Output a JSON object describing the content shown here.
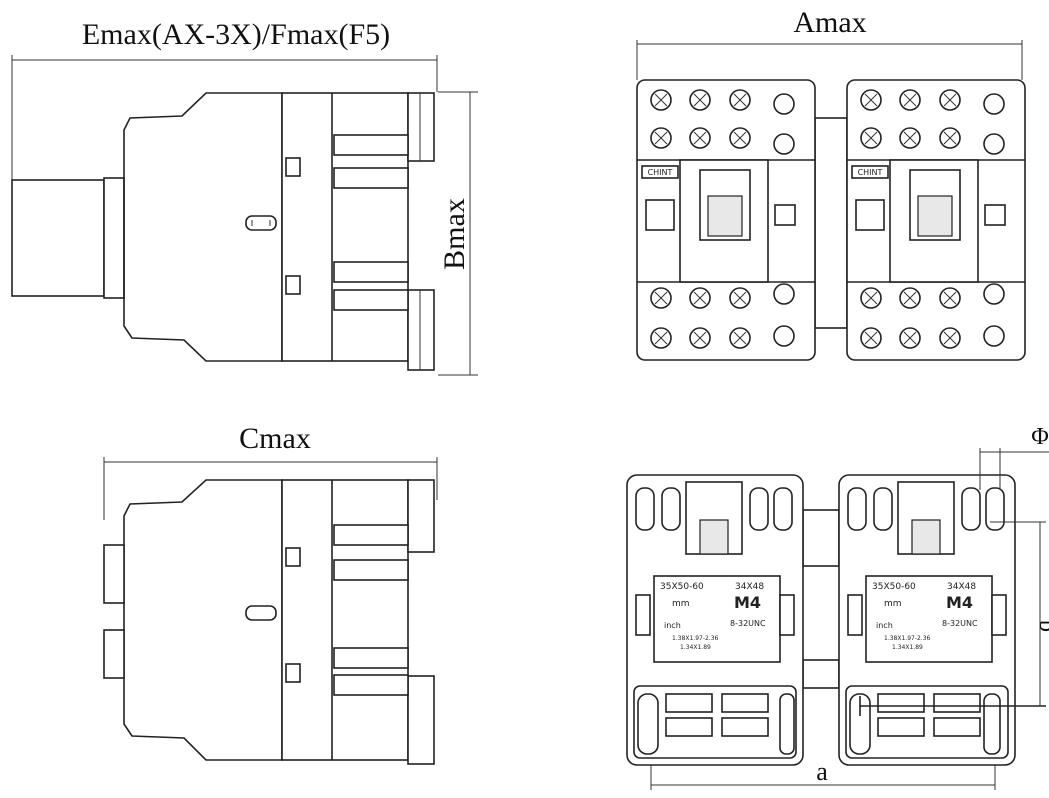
{
  "labels": {
    "side_view_top": "Emax(AX-3X)/Fmax(F5)",
    "height": "Bmax",
    "front_width": "Amax",
    "side_view_bottom": "Cmax",
    "hole_diameter": "Φ",
    "hole_spacing_vertical": "b",
    "hole_spacing_horizontal": "a"
  },
  "device_brand": "CHINT",
  "mounting_plate": {
    "left": {
      "row1": "35X50-60",
      "row1_right": "34X48",
      "unit_mm": "mm",
      "screw": "M4",
      "unit_inch": "inch",
      "thread": "8-32UNC",
      "note1": "1.38X1.97-2.36",
      "note2": "1.34X1.89"
    },
    "right": {
      "row1": "35X50-60",
      "row1_right": "34X48",
      "unit_mm": "mm",
      "screw": "M4",
      "unit_inch": "inch",
      "thread": "8-32UNC",
      "note1": "1.38X1.97-2.36",
      "note2": "1.34X1.89"
    }
  },
  "colors": {
    "line": "#222222",
    "background": "#ffffff"
  }
}
